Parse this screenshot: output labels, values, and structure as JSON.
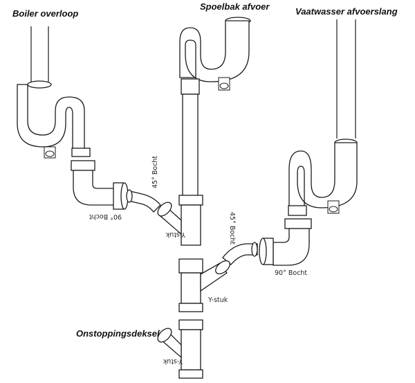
{
  "titles": {
    "boiler": "Boiler overloop",
    "sink": "Spoelbak afvoer",
    "dishwasher": "Vaatwasser afvoerslang",
    "cleanout": "Onstoppingsdeksel"
  },
  "parts": {
    "bend90_left": "90° Bocht",
    "bend45_left": "45° Bocht",
    "ystuk_top": "Y-stuk",
    "bend45_right": "45° Bocht",
    "bend90_right": "90° Bocht",
    "ystuk_mid": "Y-stuk",
    "ystuk_bottom": "Y-stuk"
  }
}
